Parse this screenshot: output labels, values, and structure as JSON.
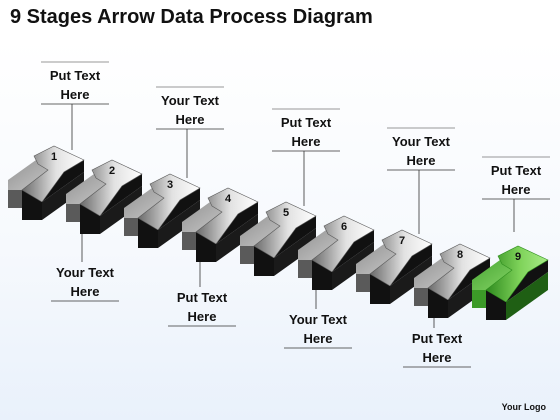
{
  "title": "9 Stages Arrow Data Process Diagram",
  "stages": [
    {
      "number": "1",
      "label_line1": "Put Text",
      "label_line2": "Here",
      "color": "gray"
    },
    {
      "number": "2",
      "label_line1": "Your Text",
      "label_line2": "Here",
      "color": "gray"
    },
    {
      "number": "3",
      "label_line1": "Your Text",
      "label_line2": "Here",
      "color": "gray"
    },
    {
      "number": "4",
      "label_line1": "Put Text",
      "label_line2": "Here",
      "color": "gray"
    },
    {
      "number": "5",
      "label_line1": "Put Text",
      "label_line2": "Here",
      "color": "gray"
    },
    {
      "number": "6",
      "label_line1": "Your Text",
      "label_line2": "Here",
      "color": "gray"
    },
    {
      "number": "7",
      "label_line1": "Your Text",
      "label_line2": "Here",
      "color": "gray"
    },
    {
      "number": "8",
      "label_line1": "Put Text",
      "label_line2": "Here",
      "color": "gray"
    },
    {
      "number": "9",
      "label_line1": "Put Text",
      "label_line2": "Here",
      "color": "green"
    }
  ],
  "colors": {
    "gray_light": "#d9d9d9",
    "gray_dark": "#4a4a4a",
    "green_light": "#8fdc6e",
    "green_dark": "#2f8f1f",
    "shadow": "#111111"
  },
  "logo": "Your Logo"
}
